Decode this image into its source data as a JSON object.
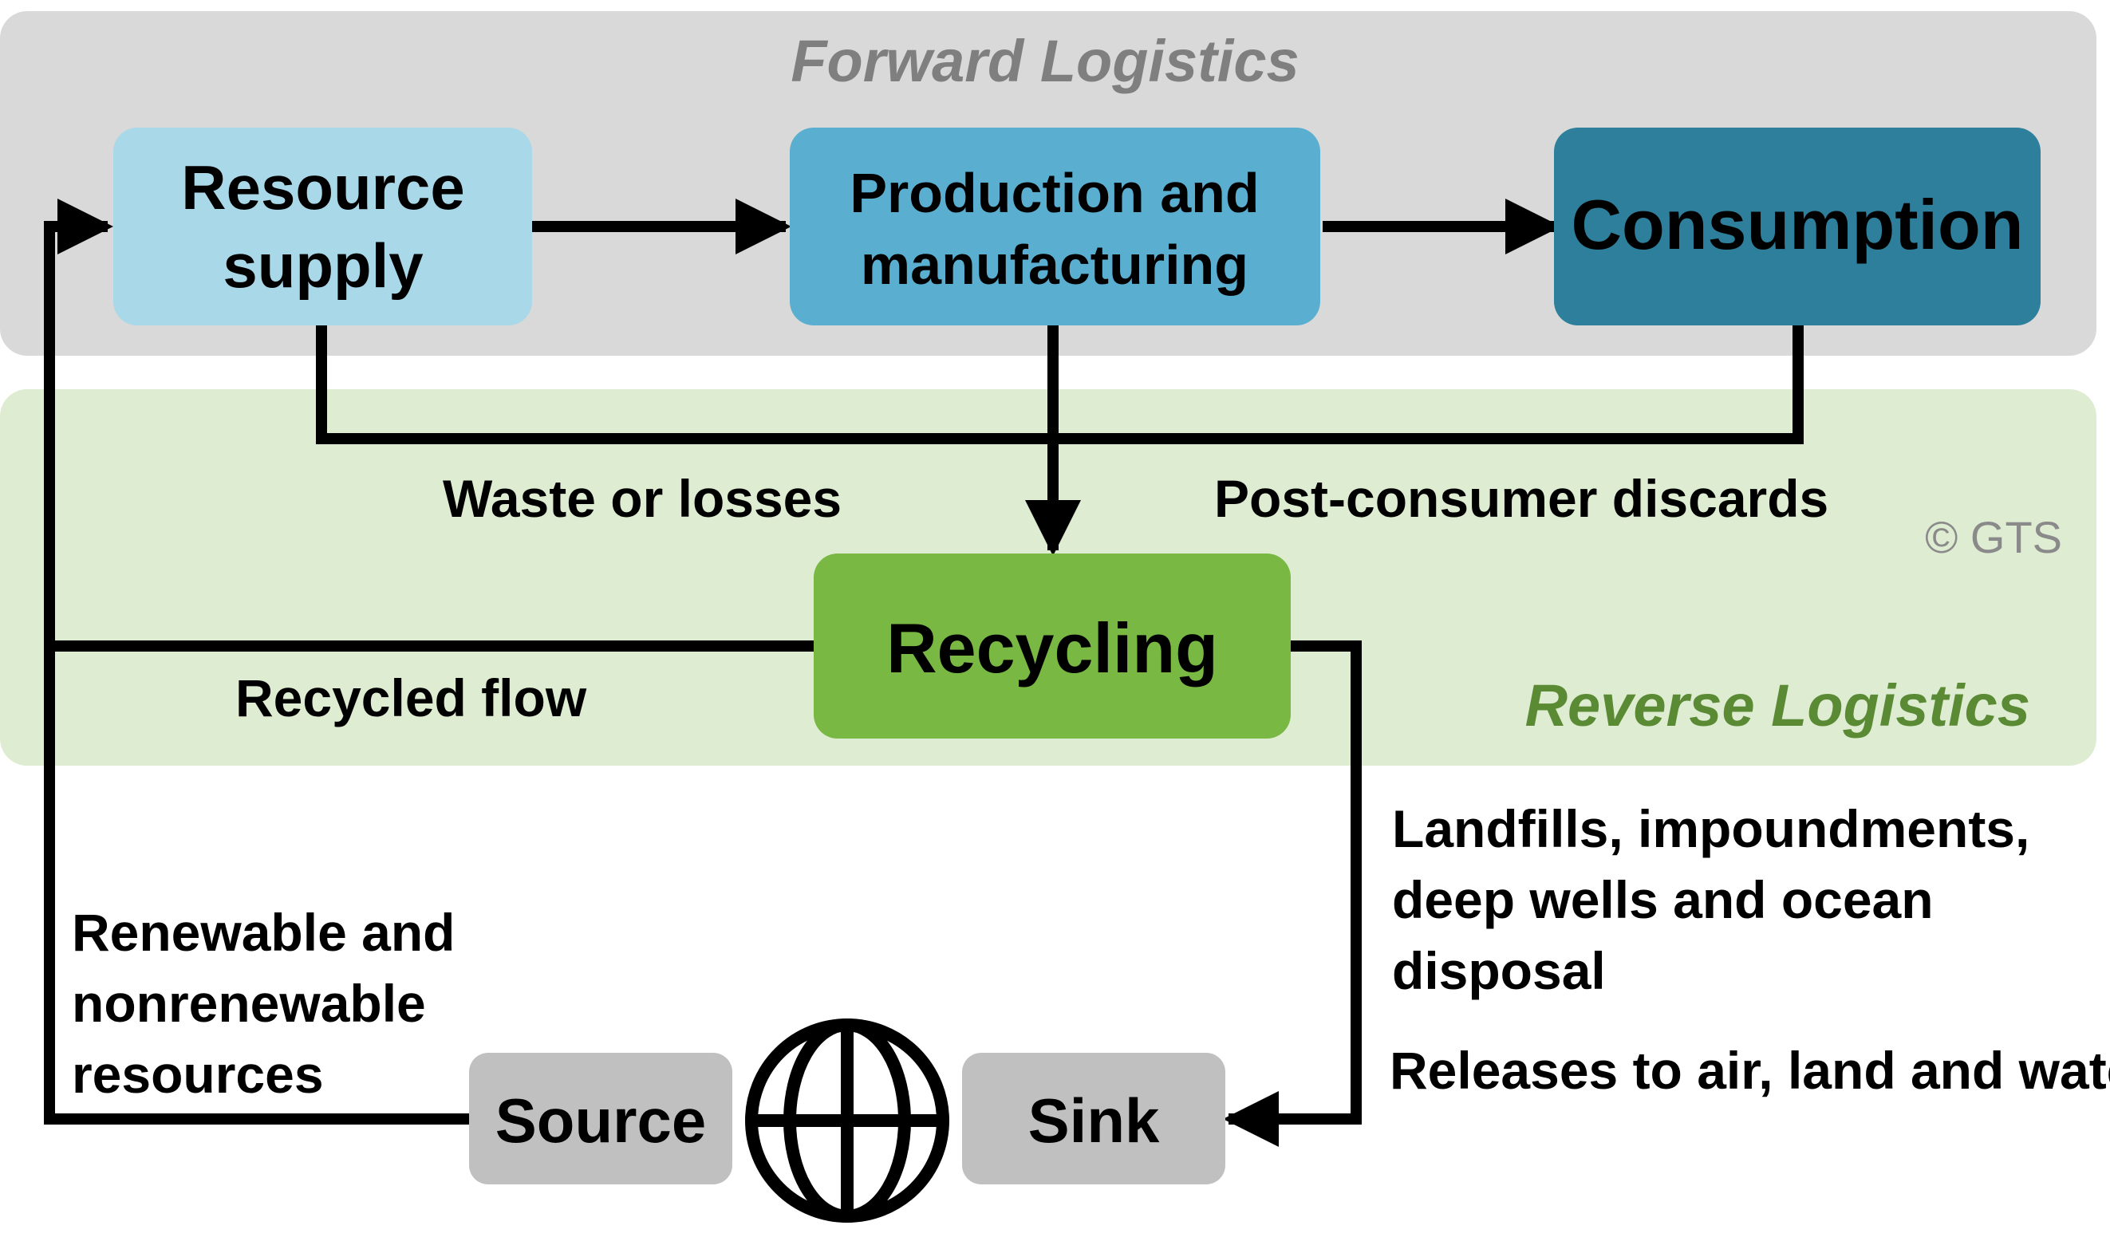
{
  "forward_band": {
    "title": "Forward Logistics",
    "title_color": "#7f7f7f",
    "fill": "#d9d9d9"
  },
  "reverse_band": {
    "title": "Reverse Logistics",
    "title_color": "#5a8a34",
    "fill": "#deecd2"
  },
  "nodes": {
    "resource_supply": {
      "lines": [
        "Resource",
        "supply"
      ],
      "fill": "#a9d8e8"
    },
    "production": {
      "lines": [
        "Production and",
        "manufacturing"
      ],
      "fill": "#5aafd1"
    },
    "consumption": {
      "label": "Consumption",
      "fill": "#2d7f9c"
    },
    "recycling": {
      "label": "Recycling",
      "fill": "#78b843"
    },
    "source": {
      "label": "Source",
      "fill": "#c0c0c0"
    },
    "sink": {
      "label": "Sink",
      "fill": "#c0c0c0"
    }
  },
  "labels": {
    "waste": "Waste or losses",
    "post_consumer": "Post-consumer discards",
    "recycled_flow": "Recycled flow",
    "resources": [
      "Renewable and",
      "nonrenewable",
      "resources"
    ],
    "disposal": [
      "Landfills, impoundments,",
      "deep wells and ocean",
      "disposal"
    ],
    "releases": "Releases to air, land and water",
    "copyright": "© GTS"
  },
  "icons": {
    "globe": "globe-icon"
  }
}
